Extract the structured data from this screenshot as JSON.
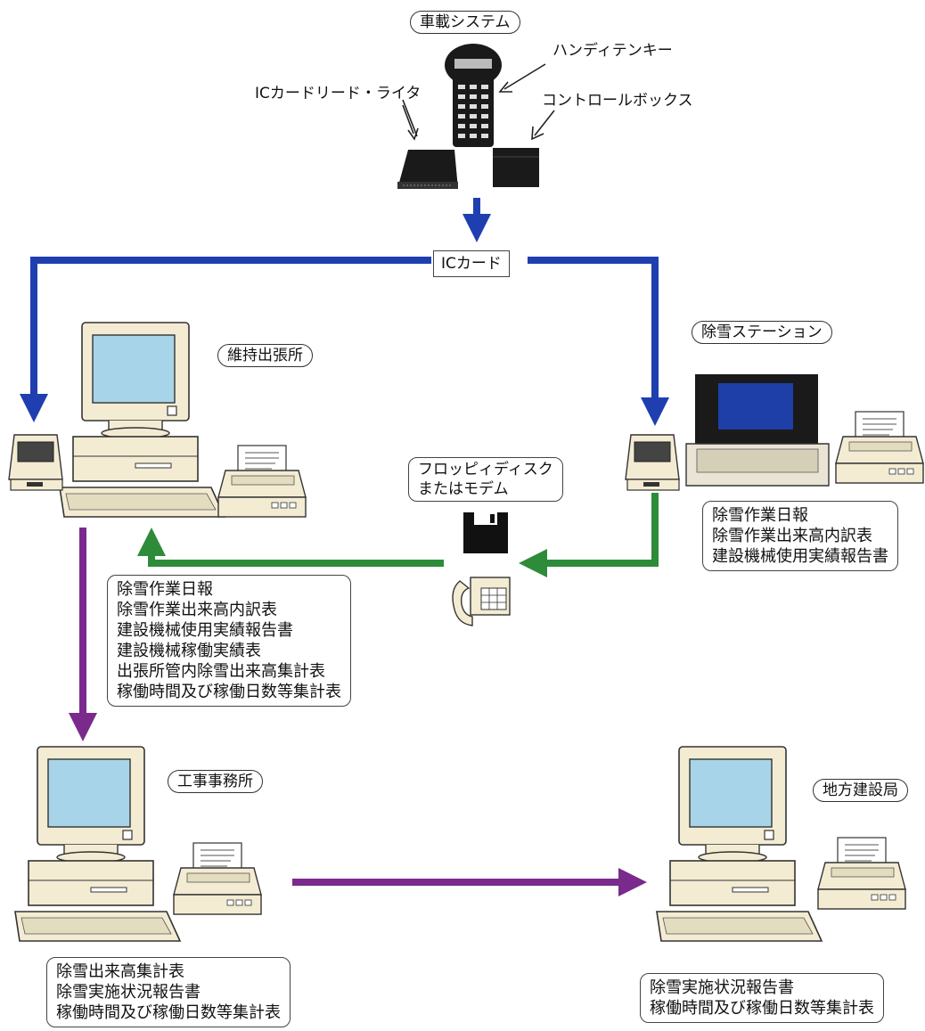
{
  "vehicle_system": {
    "title": "車載システム",
    "handy_terminal": "ハンディテンキー",
    "ic_reader": "ICカードリード・ライタ",
    "control_box": "コントロールボックス"
  },
  "ic_card": "ICカード",
  "maintenance_office": {
    "title": "維持出張所"
  },
  "snow_station": {
    "title": "除雪ステーション",
    "reports": [
      "除雪作業日報",
      "除雪作業出来高内訳表",
      "建設機械使用実績報告書"
    ]
  },
  "transfer": {
    "label_lines": [
      "フロッピィディスク",
      "またはモデム"
    ]
  },
  "maintenance_reports": [
    "除雪作業日報",
    "除雪作業出来高内訳表",
    "建設機械使用実績報告書",
    "建設機械稼働実績表",
    "出張所管内除雪出来高集計表",
    "稼働時間及び稼働日数等集計表"
  ],
  "construction_office": {
    "title": "工事事務所",
    "reports": [
      "除雪出来高集計表",
      "除雪実施状況報告書",
      "稼働時間及び稼働日数等集計表"
    ]
  },
  "regional_bureau": {
    "title": "地方建設局",
    "reports": [
      "除雪実施状況報告書",
      "稼働時間及び稼働日数等集計表"
    ]
  },
  "colors": {
    "blue": "#1f3fb0",
    "green": "#2e8b3a",
    "purple": "#7a2a8c",
    "screen": "#a7d4e8",
    "beige": "#f3ecd3"
  }
}
